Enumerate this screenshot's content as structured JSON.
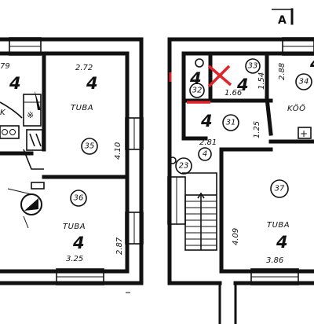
{
  "left_plan": {
    "dims": {
      "top_left": "79",
      "room35_top": "2.72",
      "room35_side": "4.10",
      "room36_side": "2.87",
      "room36_bottom": "3.25"
    },
    "labels": {
      "kitchen_letter": "K",
      "room35_name": "TUBA",
      "room36_name": "TUBA",
      "room4_a": "4",
      "room4_b": "4",
      "room4_c": "4"
    },
    "room_numbers": {
      "r35": "35",
      "r36": "36"
    }
  },
  "right_plan": {
    "header": "A",
    "dims": {
      "d288": "2.88",
      "d154": "1.54",
      "d166": "1.66",
      "d125": "1.25",
      "d281": "2.81",
      "d409": "4.09",
      "d386": "3.86"
    },
    "labels": {
      "koo": "KÖÖ",
      "room37_name": "TUBA",
      "f4_a": "4",
      "f4_b": "4",
      "f4_c": "4",
      "f4_d": "4"
    },
    "room_numbers": {
      "r33": "33",
      "r34": "34",
      "r32": "32",
      "r31": "31",
      "r23": "23",
      "r4": "4",
      "r37": "37"
    }
  },
  "colors": {
    "ink": "#111111",
    "red_mark": "#e0242a",
    "paper": "#ffffff"
  }
}
